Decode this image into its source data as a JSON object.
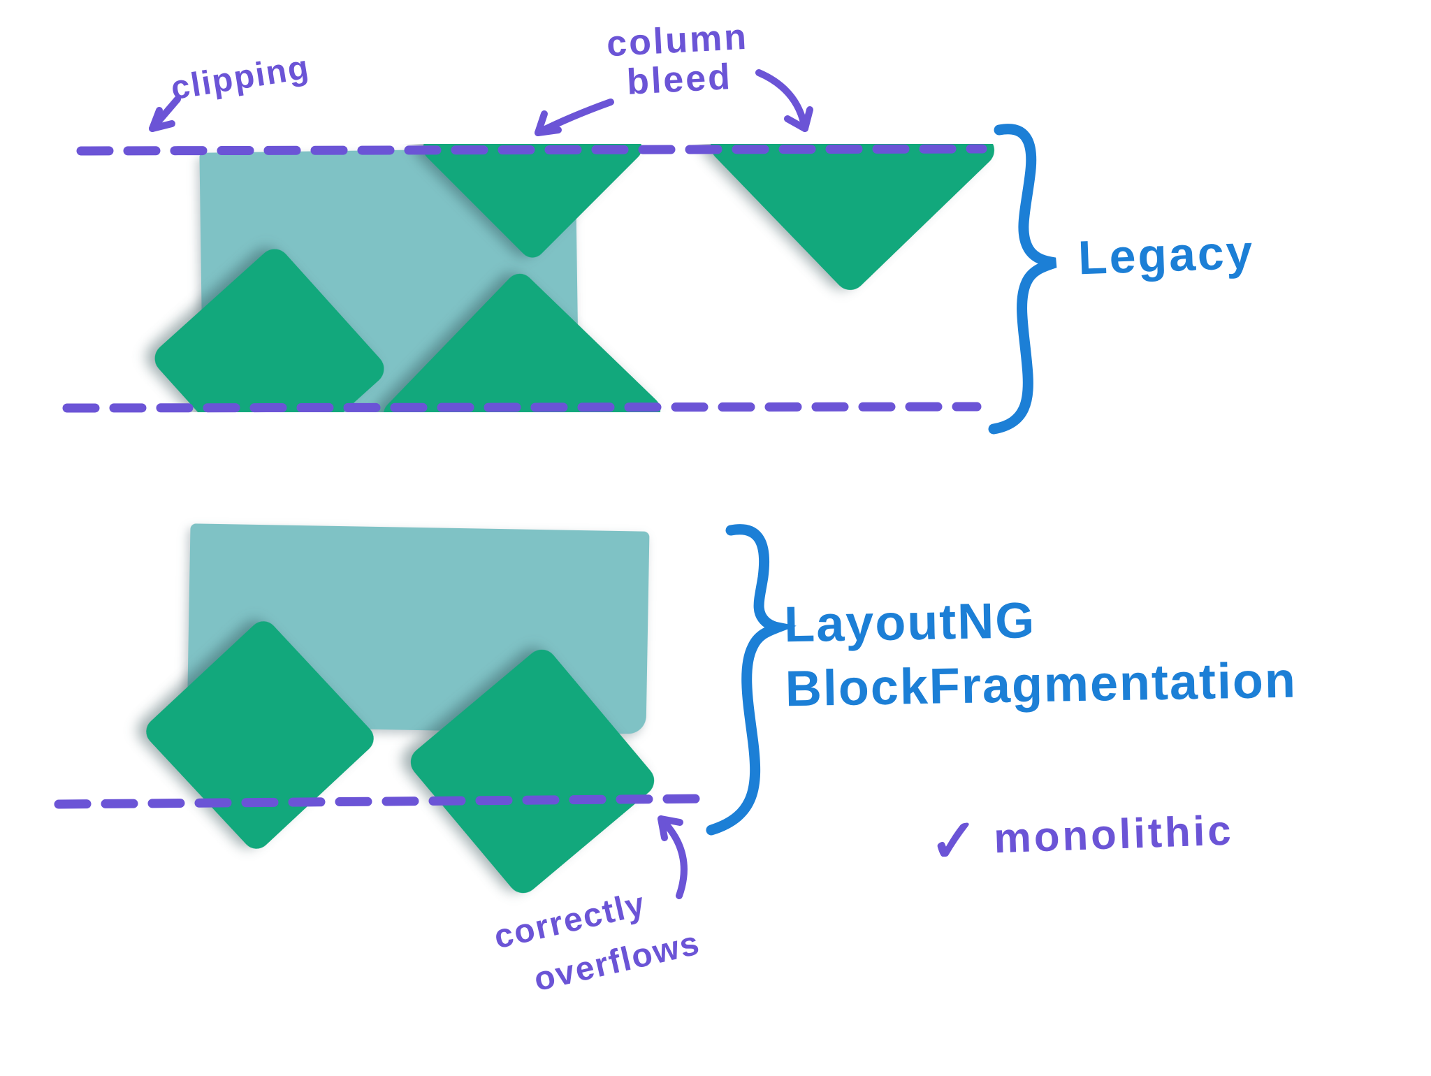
{
  "title": "Legacy vs LayoutNG BlockFragmentation sketch",
  "colors": {
    "background": "#ffffff",
    "teal": "#7fc2c5",
    "green": "#12a87c",
    "purple": "#6b54d6",
    "blue": "#1c7fd6"
  },
  "legacy_section": {
    "label": "Legacy",
    "annotations": {
      "clipping": "clipping",
      "column_bleed_line1": "column",
      "column_bleed_line2": "bleed"
    }
  },
  "ng_section": {
    "label_line1": "LayoutNG",
    "label_line2": "BlockFragmentation",
    "annotations": {
      "overflow_line1": "correctly",
      "overflow_line2": "overflows",
      "checkmark_icon": "✓",
      "monolithic": "monolithic"
    }
  }
}
